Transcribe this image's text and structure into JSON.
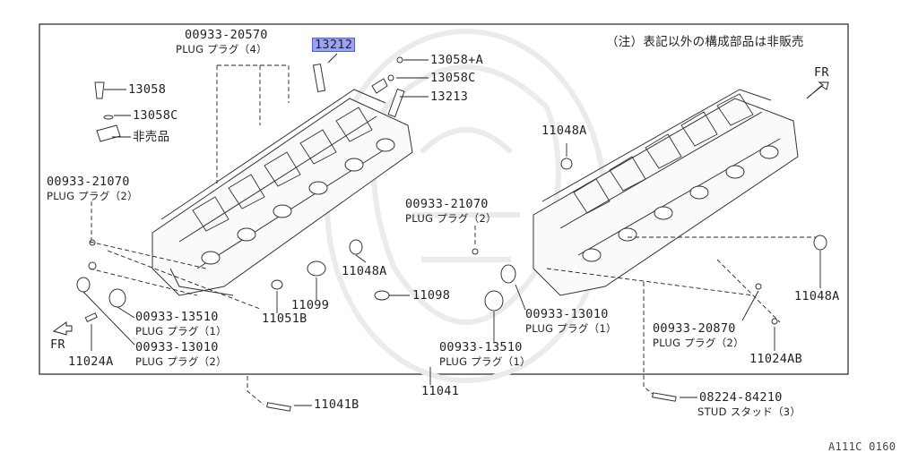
{
  "note": "（注）表記以外の構成部品は非販売",
  "figure_code": "A111C 0160",
  "fr_label": "FR",
  "labels": {
    "p00933_20570": "00933-20570",
    "p00933_20570_desc": "PLUG プラグ（4）",
    "p13212": "13212",
    "p13058_A": "13058+A",
    "p13058C_r": "13058C",
    "p13213": "13213",
    "p13058": "13058",
    "p13058C_l": "13058C",
    "hiban": "非売品",
    "p00933_21070_l": "00933-21070",
    "p00933_21070_l_desc": "PLUG プラグ（2）",
    "p11048A_top": "11048A",
    "p00933_21070_m": "00933-21070",
    "p00933_21070_m_desc": "PLUG プラグ（2）",
    "p11048A_mid": "11048A",
    "p11099": "11099",
    "p11098": "11098",
    "p11051B": "11051B",
    "p00933_13510_l": "00933-13510",
    "p00933_13510_l_desc": "PLUG プラグ（1）",
    "p00933_13010_l": "00933-13010",
    "p00933_13010_l_desc": "PLUG プラグ（2）",
    "p11024A": "11024A",
    "p00933_13010_m": "00933-13010",
    "p00933_13010_m_desc": "PLUG プラグ（1）",
    "p00933_13510_m": "00933-13510",
    "p00933_13510_m_desc": "PLUG プラグ（1）",
    "p00933_20870": "00933-20870",
    "p00933_20870_desc": "PLUG プラグ（2）",
    "p11024AB": "11024AB",
    "p11048A_right": "11048A",
    "p11041": "11041",
    "p11041B": "11041B",
    "p08224_84210": "08224-84210",
    "p08224_84210_desc": "STUD スタッド（3）"
  }
}
